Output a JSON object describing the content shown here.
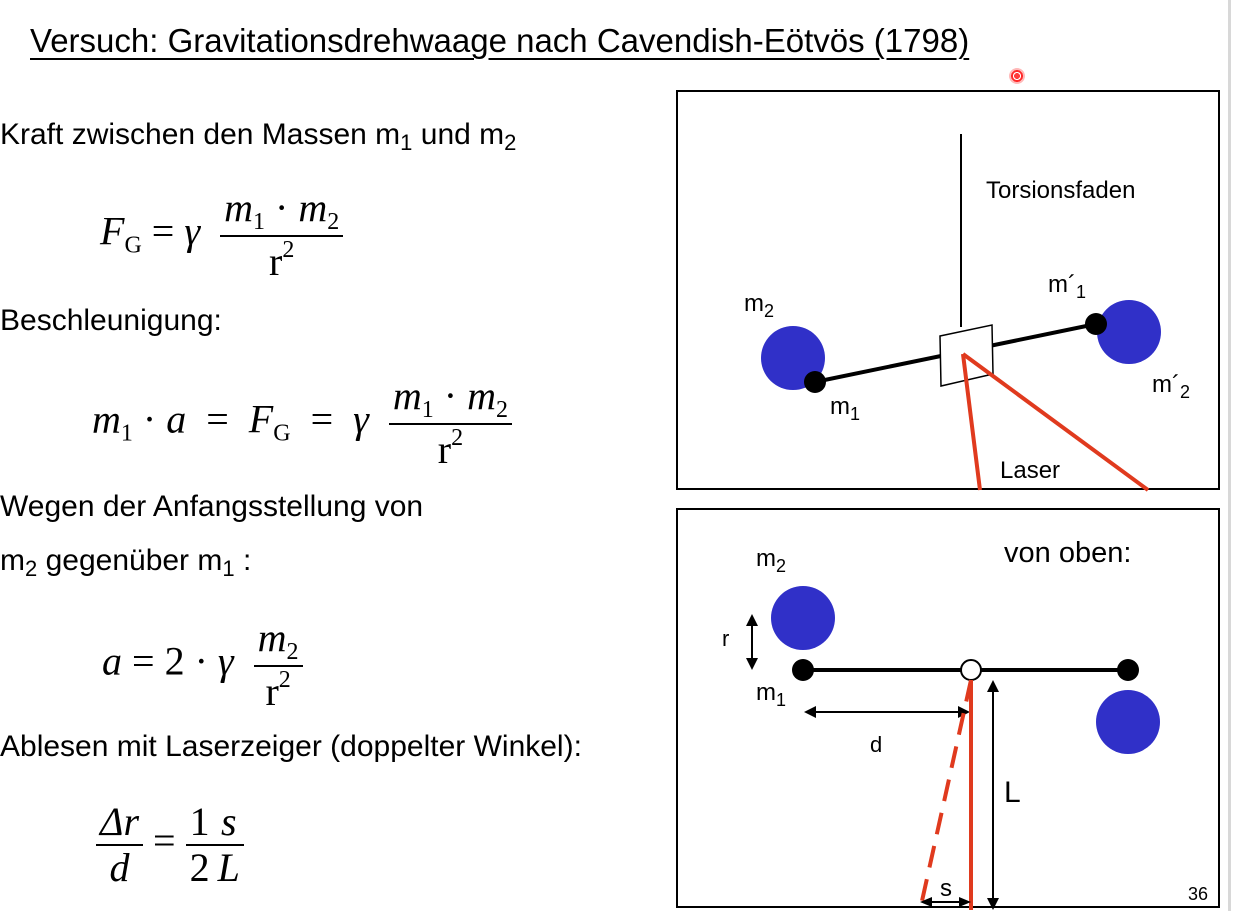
{
  "title": "Versuch: Gravitationsdrehwaage nach Cavendish-Eötvös (1798)",
  "left": {
    "force_text": "Kraft zwischen den Massen m",
    "force_sub1": "1",
    "force_mid": " und m",
    "force_sub2": "2",
    "accel_label": "Beschleunigung:",
    "init_line1": "Wegen der Anfangsstellung von",
    "init_m2": "m",
    "init_m2_sub": "2",
    "init_mid": " gegenüber m",
    "init_m1_sub": "1",
    "init_end": " :",
    "laser_text": "Ablesen mit Laserzeiger (doppelter Winkel):"
  },
  "formulas": {
    "f1": {
      "F": "F",
      "G": "G",
      "eq": " = ",
      "gamma": "γ",
      "num_m": "m",
      "num_s1": "1",
      "dot": " · ",
      "num_m2": "m",
      "num_s2": "2",
      "den_r": "r",
      "den_exp": "2"
    },
    "f2": {
      "m": "m",
      "s1": "1",
      "dot_a": " · ",
      "a": "a",
      "eq1": "  =  ",
      "F": "F",
      "G": "G",
      "eq2": "  =  ",
      "gamma": "γ",
      "num_m": "m",
      "num_s1": "1",
      "dot": " · ",
      "num_m2": "m",
      "num_s2": "2",
      "den_r": "r",
      "den_exp": "2"
    },
    "f3": {
      "a": "a",
      "eq": " = ",
      "two": "2",
      "dot": " · ",
      "gamma": "γ",
      "num_m": "m",
      "num_s2": "2",
      "den_r": "r",
      "den_exp": "2"
    },
    "f4": {
      "dr": "Δr",
      "d": "d",
      "eq": " = ",
      "one": "1",
      "two": "2",
      "s": "s",
      "L": "L"
    }
  },
  "diagram_side": {
    "torsion_label": "Torsionsfaden",
    "m2": "m",
    "m2_sub": "2",
    "m1": "m",
    "m1_sub": "1",
    "m1p": "m´",
    "m1p_sub": "1",
    "m2p": "m´",
    "m2p_sub": "2",
    "laser": "Laser"
  },
  "diagram_top": {
    "heading": "von oben:",
    "m2": "m",
    "m2_sub": "2",
    "m1": "m",
    "m1_sub": "1",
    "r": "r",
    "d": "d",
    "L": "L",
    "s": "s"
  },
  "slide_number": "36",
  "colors": {
    "mass": "#3030c8",
    "laser": "#e03a1e",
    "rod": "#000000"
  }
}
